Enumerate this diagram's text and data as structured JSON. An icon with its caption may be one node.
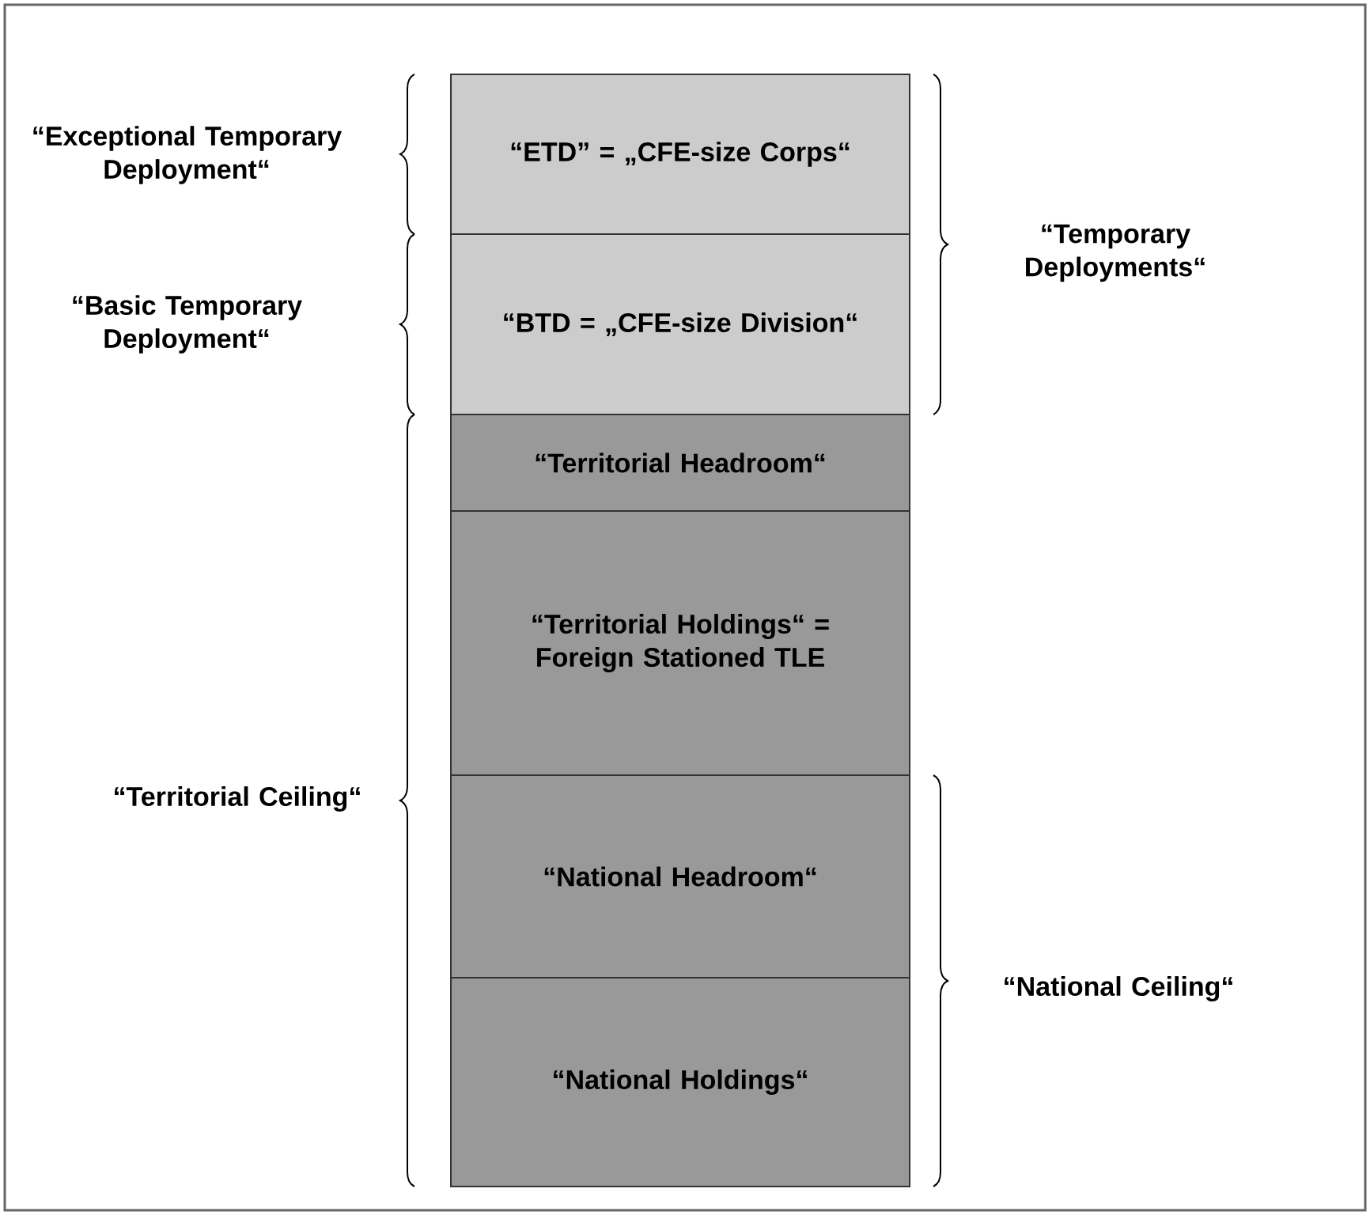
{
  "diagram": {
    "nodes": [
      {
        "text": [
          "“ETD” = „CFE-size  Corps“"
        ]
      },
      {
        "text": [
          "“BTD = „CFE-size Division“"
        ]
      },
      {
        "text": [
          "“Territorial Headroom“"
        ]
      },
      {
        "text": [
          "“Territorial Holdings“ = Foreign Stationed TLE"
        ]
      },
      {
        "text": [
          "“National Headroom“"
        ]
      },
      {
        "text": [
          "“National Holdings“"
        ]
      }
    ],
    "edges": [],
    "labels": [
      "“Exceptional Temporary Deployment“",
      "“Temporary Deployments“",
      "“Basic Temporary Deployment“",
      "“Territorial Ceiling“",
      "“National Ceiling“"
    ]
  }
}
